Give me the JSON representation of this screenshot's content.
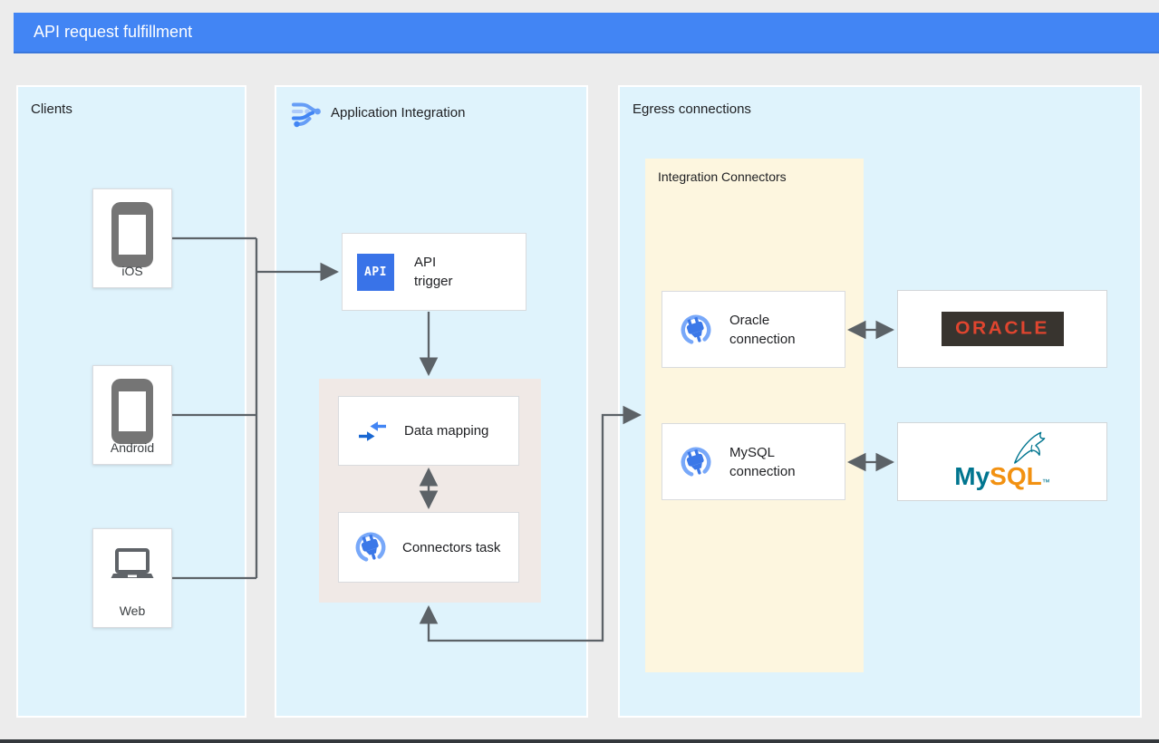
{
  "banner": {
    "title": "API request fulfillment"
  },
  "clients": {
    "title": "Clients",
    "items": [
      {
        "label": "iOS",
        "icon": "smartphone-icon"
      },
      {
        "label": "Android",
        "icon": "smartphone-icon"
      },
      {
        "label": "Web",
        "icon": "laptop-icon"
      }
    ]
  },
  "application_integration": {
    "title": "Application Integration",
    "api_trigger": {
      "icon_text": "API",
      "label": "API trigger"
    },
    "data_mapping": {
      "label": "Data mapping"
    },
    "connectors_task": {
      "label": "Connectors task"
    }
  },
  "egress": {
    "title": "Egress connections",
    "integration_connectors": {
      "title": "Integration Connectors",
      "oracle_connection": {
        "label": "Oracle connection"
      },
      "mysql_connection": {
        "label": "MySQL connection"
      }
    },
    "oracle_logo": {
      "text": "ORACLE"
    },
    "mysql_logo": {
      "text_my": "My",
      "text_sql": "SQL",
      "tm": "™"
    }
  },
  "colors": {
    "banner_blue": "#4285F4",
    "panel_blue": "#DFF3FC",
    "connectors_yellow": "#FDF6DF",
    "task_container_gray": "#F0E9E6",
    "line_gray": "#5C6267",
    "api_icon_blue": "#3973E8",
    "plug_blue": "#3B78E8",
    "plug_ring_blue": "#78A8F9",
    "oracle_red": "#DF452F",
    "oracle_badge_bg": "#38342F",
    "mysql_teal": "#00758F",
    "mysql_orange": "#F29111"
  }
}
